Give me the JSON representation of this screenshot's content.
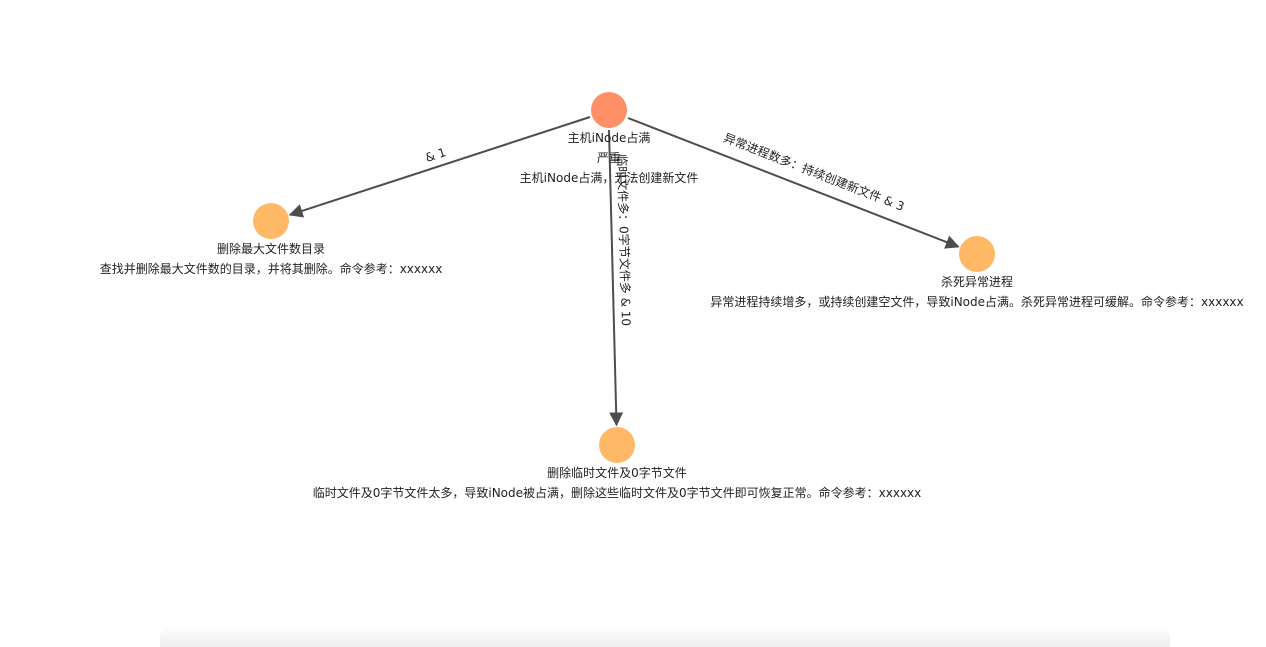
{
  "colors": {
    "root_node": "#ff8f66",
    "child_node": "#ffb866",
    "edge": "#4d4d4d",
    "text": "#222222"
  },
  "nodes": [
    {
      "id": "root",
      "name": "root-node",
      "lines": [
        "主机iNode占满",
        "严重",
        "主机iNode占满，无法创建新文件"
      ]
    },
    {
      "id": "largest-dir",
      "name": "largest-dir-node",
      "lines": [
        "删除最大文件数目录",
        "查找并删除最大文件数的目录，并将其删除。命令参考：xxxxxx"
      ]
    },
    {
      "id": "temp-files",
      "name": "temp-files-node",
      "lines": [
        "删除临时文件及0字节文件",
        "临时文件及0字节文件太多，导致iNode被占满，删除这些临时文件及0字节文件即可恢复正常。命令参考：xxxxxx"
      ]
    },
    {
      "id": "kill-process",
      "name": "kill-process-node",
      "lines": [
        "杀死异常进程",
        "异常进程持续增多，或持续创建空文件，导致iNode占满。杀死异常进程可缓解。命令参考：xxxxxx"
      ]
    }
  ],
  "edges": [
    {
      "from": "root",
      "to": "largest-dir",
      "label": "& 1"
    },
    {
      "from": "root",
      "to": "temp-files",
      "label": "临时文件多：0字节文件多 & 10"
    },
    {
      "from": "root",
      "to": "kill-process",
      "label": "异常进程数多：持续创建新文件 & 3"
    }
  ]
}
